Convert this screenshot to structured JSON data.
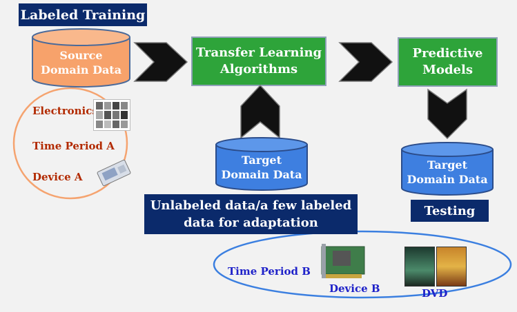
{
  "labeled_training": "Labeled Training",
  "source": {
    "line1": "Source",
    "line2": "Domain Data"
  },
  "transfer": {
    "line1": "Transfer Learning",
    "line2": "Algorithms"
  },
  "predictive": {
    "line1": "Predictive",
    "line2": "Models"
  },
  "target1": {
    "line1": "Target",
    "line2": "Domain Data"
  },
  "target2": {
    "line1": "Target",
    "line2": "Domain Data"
  },
  "source_attrs": {
    "electronics": "Electronics",
    "time_period": "Time Period A",
    "device": "Device A"
  },
  "unlabeled": {
    "line1": "Unlabeled data/a few labeled",
    "line2": "data for adaptation"
  },
  "testing": "Testing",
  "target_attrs": {
    "time_period": "Time Period B",
    "device": "Device B",
    "dvd": "DVD"
  },
  "colors": {
    "navy": "#0b2a6b",
    "green": "#2ea43a",
    "orange_cylinder": "#f7a26b",
    "blue_cylinder": "#3e7fe0",
    "red_text": "#b22a00",
    "blue_text": "#1f22c9"
  }
}
